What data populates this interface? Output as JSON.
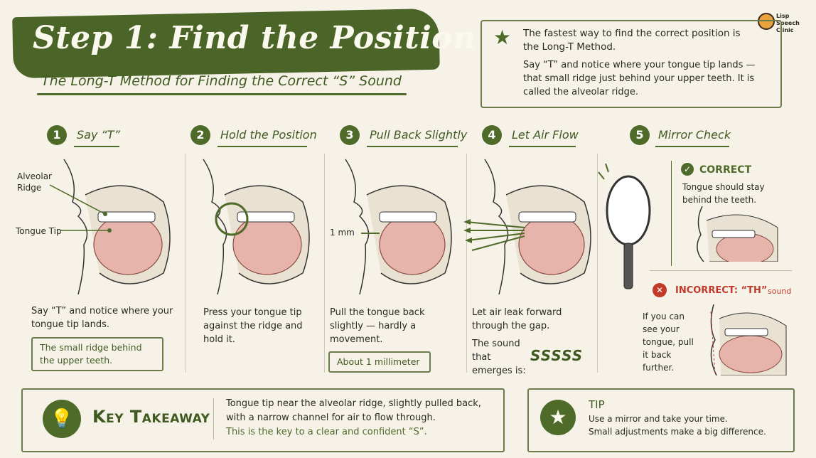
{
  "logo": {
    "name": "Lisp Speech Clinic"
  },
  "header": {
    "title": "Step 1: Find the Position",
    "subtitle": "The Long-T Method for Finding the Correct “S” Sound"
  },
  "intro": {
    "line1": "The fastest way to find the correct position is the Long-T Method.",
    "line2": "Say “T” and notice where your tongue tip lands — that small ridge just behind your upper teeth. It is called the alveolar ridge."
  },
  "steps": [
    {
      "num": "1",
      "title": "Say “T”",
      "desc": "Say “T” and notice where your tongue tip lands.",
      "note": "The small ridge behind the upper teeth."
    },
    {
      "num": "2",
      "title": "Hold the Position",
      "desc": "Press your tongue tip against the ridge and hold it."
    },
    {
      "num": "3",
      "title": "Pull Back Slightly",
      "desc": "Pull the tongue back slightly — hardly a movement.",
      "note": "About 1 millimeter",
      "measure": "1 mm"
    },
    {
      "num": "4",
      "title": "Let Air Flow",
      "desc": "Let air leak forward through the gap.",
      "sound_label": "The sound that emerges is:",
      "sound": "SSSSS"
    },
    {
      "num": "5",
      "title": "Mirror Check"
    }
  ],
  "labels": {
    "alveolar": "Alveolar Ridge",
    "tongue_tip": "Tongue Tip"
  },
  "mirror": {
    "correct_title": "CORRECT",
    "correct_text": "Tongue should stay behind the teeth.",
    "incorrect_title": "INCORRECT: “TH”",
    "incorrect_suffix": "sound",
    "incorrect_text": "If you can see your tongue, pull it back further."
  },
  "takeaway": {
    "title": "Key Takeaway",
    "line1": "Tongue tip near the alveolar ridge, slightly pulled back,",
    "line2": "with a narrow channel for air to flow through.",
    "line3": "This is the key to a clear and confident “S”."
  },
  "tip": {
    "title": "TIP",
    "line1": "Use a mirror and take your time.",
    "line2": "Small adjustments make a big difference."
  },
  "colors": {
    "accent": "#4f6b2a",
    "error": "#c0392b",
    "background": "#f6f2e8"
  }
}
